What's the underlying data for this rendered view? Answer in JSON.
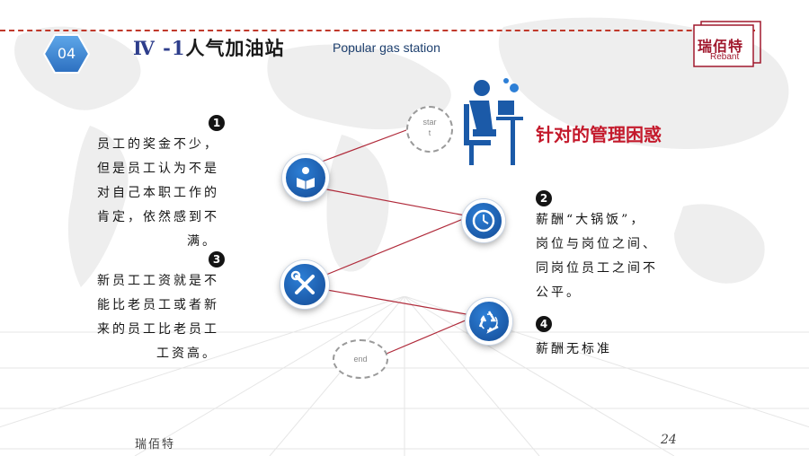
{
  "header": {
    "section_number": "04",
    "title_roman": "Ⅳ -1",
    "title_cn": "人气加油站",
    "title_en": "Popular gas station"
  },
  "logo": {
    "cn": "瑞佰特",
    "en": "Rebant"
  },
  "diagram": {
    "start_label": "star t",
    "start_line1": "star",
    "start_line2": "t",
    "end_label": "end",
    "heading": "针对的管理困惑",
    "items": [
      {
        "number": "1",
        "icon": "reading-person-icon",
        "lines": [
          "员工的奖金不少，",
          "但是员工认为不是",
          "对自己本职工作的",
          "肯定，依然感到不",
          "满。"
        ]
      },
      {
        "number": "2",
        "icon": "clock-icon",
        "lines": [
          "薪酬“大锅饭”，",
          "岗位与岗位之间、",
          "同岗位员工之间不",
          "公平。"
        ]
      },
      {
        "number": "3",
        "icon": "wrench-screwdriver-icon",
        "lines": [
          "新员工工资就是不",
          "能比老员工或者新",
          "来的员工比老员工",
          "工资高。"
        ]
      },
      {
        "number": "4",
        "icon": "recycle-icon",
        "lines": [
          "薪酬无标准"
        ]
      }
    ]
  },
  "footer": {
    "logo": "瑞佰特",
    "page": "24"
  },
  "colors": {
    "accent_blue": "#1b5aa8",
    "accent_red": "#c41a2c",
    "connector": "#b02a3a",
    "dash_line": "#c0392b"
  }
}
